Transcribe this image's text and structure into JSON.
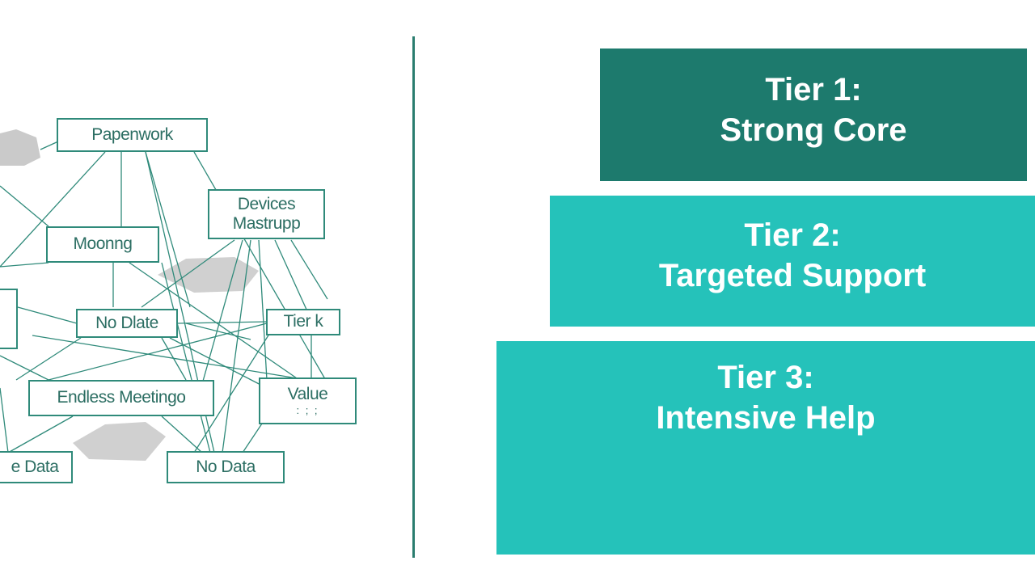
{
  "colors": {
    "tier1": "#1d7a6d",
    "tier2": "#25c2ba",
    "tier3": "#25c2ba",
    "line": "#2f8a7a",
    "box_border": "#2f8a7a",
    "shadow": "#b8b8b8"
  },
  "network": {
    "paperwork": "Papenwork",
    "devices_line1": "Devices",
    "devices_line2": "Mastrupp",
    "mooring": "Moonng",
    "no_data_mid": "No Dlate",
    "tier_k": "Tier k",
    "endless_meetings": "Endless Meetingo",
    "value_line1": "Value",
    "value_line2": ": ; ;",
    "no_data_left": "e Data",
    "no_data_bottom": "No Data"
  },
  "tiers": [
    {
      "title": "Tier 1:",
      "subtitle": "Strong Core"
    },
    {
      "title": "Tier 2:",
      "subtitle": "Targeted Support"
    },
    {
      "title": "Tier 3:",
      "subtitle": "Intensive Help"
    }
  ]
}
